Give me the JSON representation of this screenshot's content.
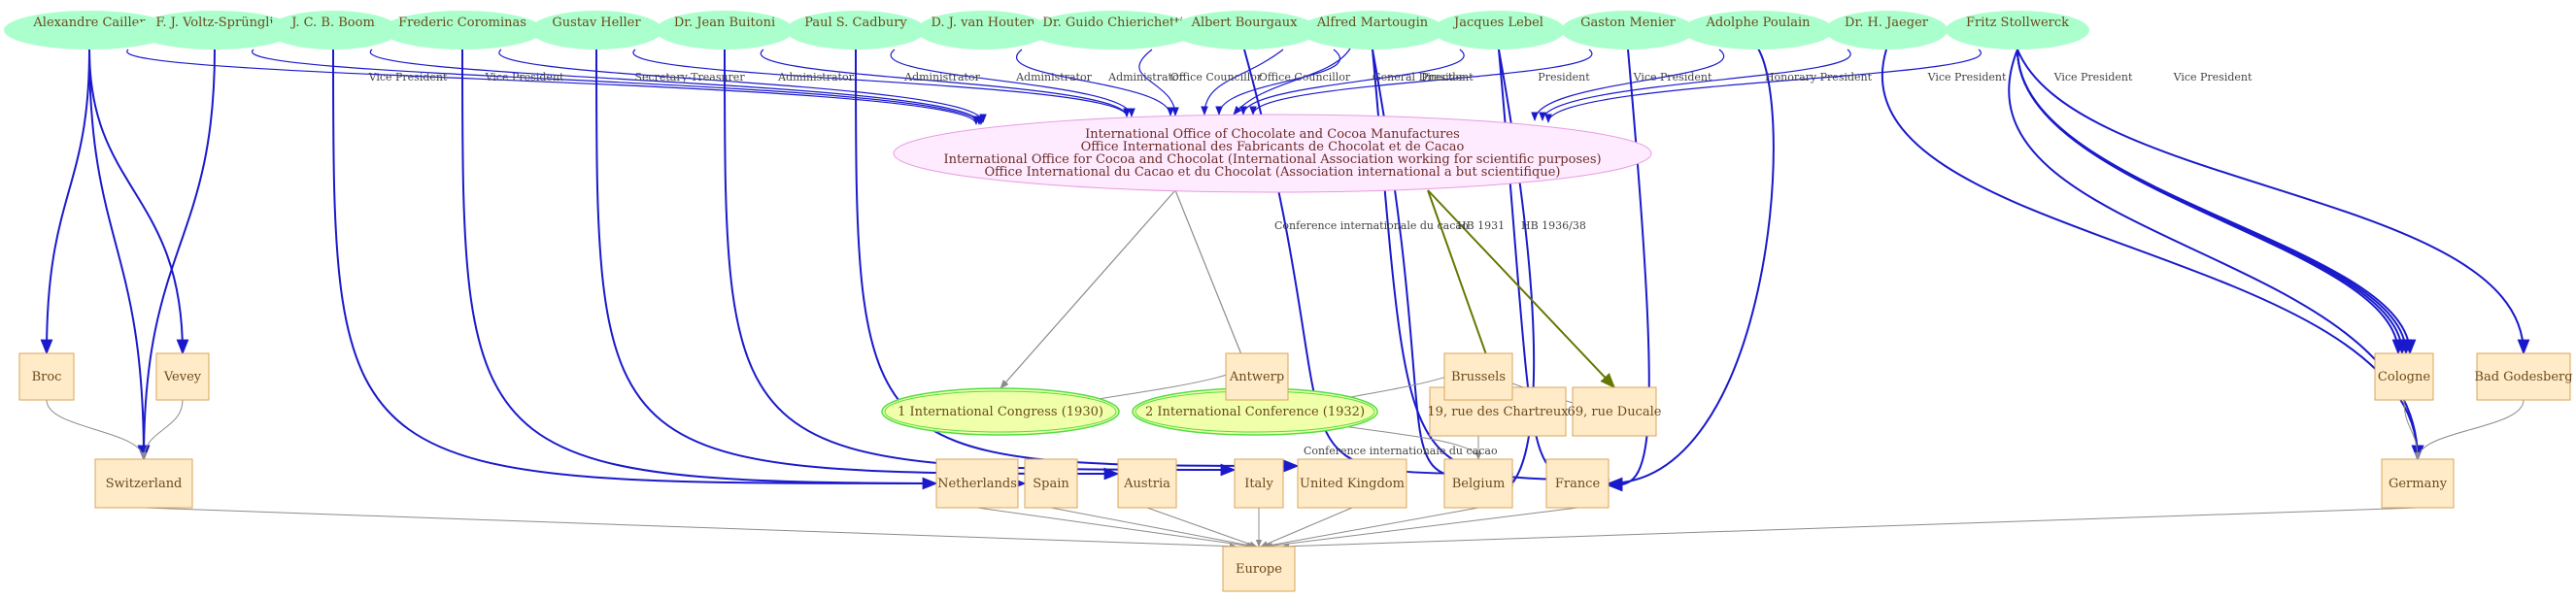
{
  "colors": {
    "person_fill": "#aaffcc",
    "place_fill": "#ffebc8",
    "place_stroke": "#d9a45a",
    "org_fill": "#ffebff",
    "org_stroke": "#e79be0",
    "event_fill": "#f0ffaa",
    "event_stroke": "#55dd44",
    "blue_edge": "#1a1acc",
    "grey_edge": "#8c8c8c",
    "olive_edge": "#667700"
  },
  "organization": {
    "lines": [
      "International Office of Chocolate and Cocoa Manufactures",
      "Office International des Fabricants de Chocolat et de Cacao",
      "International Office for Cocoa and Chocolat (International Association working for scientific purposes)",
      "Office International du Cacao et du Chocolat (Association international a but scientifique)"
    ]
  },
  "people": [
    {
      "id": "p1",
      "label": "Alexandre Cailler"
    },
    {
      "id": "p2",
      "label": "F. J. Voltz-Sprüngli"
    },
    {
      "id": "p3",
      "label": "J. C. B. Boom"
    },
    {
      "id": "p4",
      "label": "Frederic Corominas"
    },
    {
      "id": "p5",
      "label": "Gustav Heller"
    },
    {
      "id": "p6",
      "label": "Dr. Jean Buitoni"
    },
    {
      "id": "p7",
      "label": "Paul S. Cadbury"
    },
    {
      "id": "p8",
      "label": "D. J.  van Houten"
    },
    {
      "id": "p9",
      "label": "Dr. Guido Chierichetti"
    },
    {
      "id": "p10",
      "label": "Albert Bourgaux"
    },
    {
      "id": "p11",
      "label": "Alfred Martougin"
    },
    {
      "id": "p12",
      "label": "Jacques Lebel"
    },
    {
      "id": "p13",
      "label": "Gaston Menier"
    },
    {
      "id": "p14",
      "label": "Adolphe  Poulain"
    },
    {
      "id": "p15",
      "label": "Dr. H. Jaeger"
    },
    {
      "id": "p16",
      "label": "Fritz Stollwerck"
    }
  ],
  "roles": [
    {
      "from": "p1",
      "label": "Vice President"
    },
    {
      "from": "p2",
      "label": "Vice President"
    },
    {
      "from": "p3",
      "label": "Secretary-Treasurer"
    },
    {
      "from": "p4",
      "label": "Administrator"
    },
    {
      "from": "p5",
      "label": "Administrator"
    },
    {
      "from": "p6",
      "label": "Administrator"
    },
    {
      "from": "p7",
      "label": "Administrator"
    },
    {
      "from": "p8",
      "label": "Office Councillor"
    },
    {
      "from": "p9",
      "label": "Office Councillor"
    },
    {
      "from": "p10",
      "label": "General Director"
    },
    {
      "from": "p11",
      "label": "President"
    },
    {
      "from": "p11",
      "label": "President"
    },
    {
      "from": "p12",
      "label": "Vice President"
    },
    {
      "from": "p13",
      "label": "Honorary President"
    },
    {
      "from": "p14",
      "label": "Vice President"
    },
    {
      "from": "p15",
      "label": "Vice President"
    },
    {
      "from": "p16",
      "label": "Vice President"
    }
  ],
  "events": [
    {
      "id": "e1",
      "label": "1 International Congress (1930)"
    },
    {
      "id": "e2",
      "label": "2 International Conference (1932)"
    }
  ],
  "addresses": [
    {
      "id": "a1",
      "label": "19, rue des Chartreux"
    },
    {
      "id": "a2",
      "label": "69, rue Ducale"
    }
  ],
  "places": [
    {
      "id": "broc",
      "label": "Broc"
    },
    {
      "id": "vevey",
      "label": "Vevey"
    },
    {
      "id": "switzerland",
      "label": "Switzerland"
    },
    {
      "id": "netherlands",
      "label": "Netherlands"
    },
    {
      "id": "spain",
      "label": "Spain"
    },
    {
      "id": "austria",
      "label": "Austria"
    },
    {
      "id": "italy",
      "label": "Italy"
    },
    {
      "id": "uk",
      "label": "United Kingdom"
    },
    {
      "id": "antwerp",
      "label": "Antwerp"
    },
    {
      "id": "brussels",
      "label": "Brussels"
    },
    {
      "id": "belgium",
      "label": "Belgium"
    },
    {
      "id": "france",
      "label": "France"
    },
    {
      "id": "cologne",
      "label": "Cologne"
    },
    {
      "id": "badgodesberg",
      "label": "Bad Godesberg"
    },
    {
      "id": "germany",
      "label": "Germany"
    },
    {
      "id": "europe",
      "label": "Europe"
    }
  ],
  "org_edges": [
    {
      "to": "e1",
      "label": ""
    },
    {
      "to": "e2",
      "label": "Conference internationale du cacao"
    },
    {
      "to": "a1",
      "label": "HB 1931"
    },
    {
      "to": "a2",
      "label": "HB 1936/38"
    }
  ],
  "place_edge_labels": {
    "e2_brussels": "Conference internationale du cacao"
  }
}
